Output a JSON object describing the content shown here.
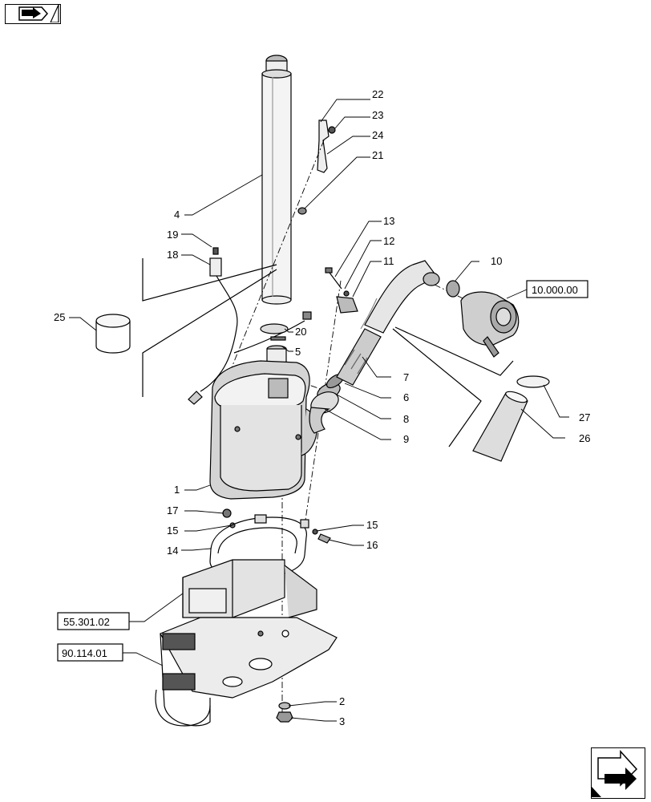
{
  "callouts": [
    "22",
    "23",
    "24",
    "21",
    "4",
    "19",
    "18",
    "25",
    "13",
    "12",
    "11",
    "10",
    "20",
    "5",
    "7",
    "6",
    "8",
    "9",
    "27",
    "26",
    "1",
    "17",
    "15",
    "14",
    "15",
    "16",
    "2",
    "3"
  ],
  "references": [
    "10.000.00",
    "55.301.02",
    "90.114.01"
  ],
  "icons": {
    "previous": "previous-page-arrow-icon",
    "next": "next-page-arrow-icon"
  },
  "colors": {
    "line": "#000000",
    "shade": "#d9d9d9",
    "background": "#ffffff"
  }
}
